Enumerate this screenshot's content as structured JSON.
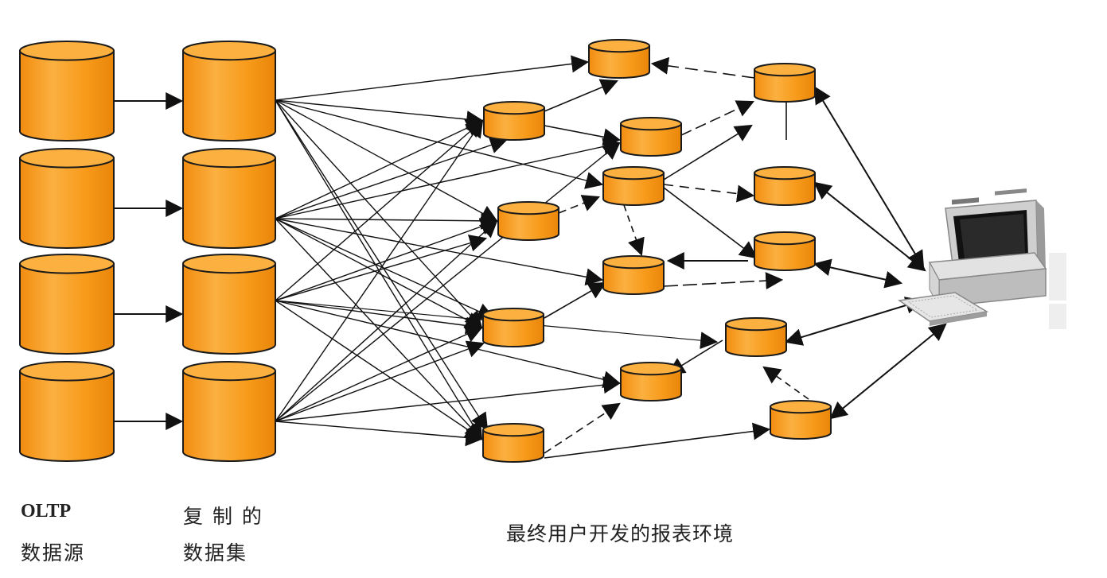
{
  "labels": {
    "sources_line1": "OLTP",
    "sources_line2": "数据源",
    "copies_line1": "复 制 的",
    "copies_line2": "数据集",
    "reports": "最终用户开发的报表环境"
  },
  "colors": {
    "cylinder_fill": "#F79A1A",
    "cylinder_top": "#FBB040",
    "cylinder_stroke": "#1a1a1a",
    "arrow": "#111111"
  },
  "icons": {
    "end_user": "desktop-computer-icon"
  }
}
